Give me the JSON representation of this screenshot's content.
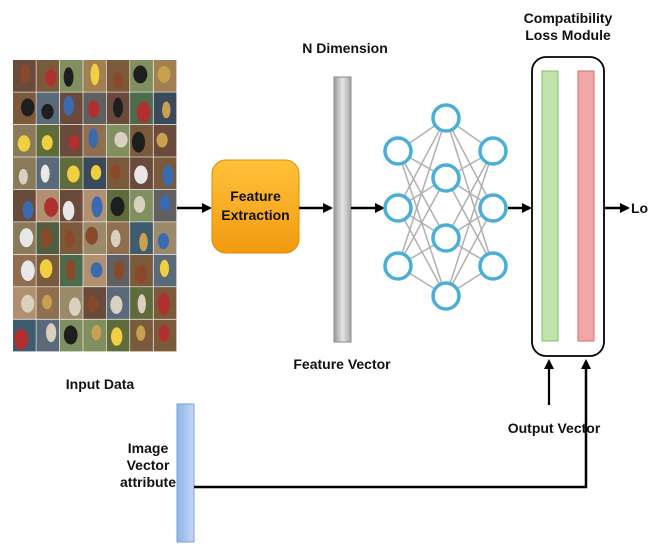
{
  "labels": {
    "n_dimension": "N Dimension",
    "compat_line1": "Compatibility",
    "compat_line2": "Loss Module",
    "feature_line1": "Feature",
    "feature_line2": "Extraction",
    "feature_vector": "Feature Vector",
    "input_data": "Input Data",
    "output_vector": "Output Vector",
    "attr_line1": "Image",
    "attr_line2": "Vector",
    "attr_line3": "attribute",
    "loss_out": "Lo"
  },
  "colors": {
    "feature_box": "#f7a81b",
    "neuron_stroke": "#4aaed6",
    "green_bar": "#bfe3a8",
    "red_bar": "#f0a7a7",
    "grey_bar": "#cfcfcf",
    "blue_bar": "#a9c6ee"
  },
  "icons": {
    "input_grid": "bird-image-grid",
    "network": "neural-network-icon"
  }
}
